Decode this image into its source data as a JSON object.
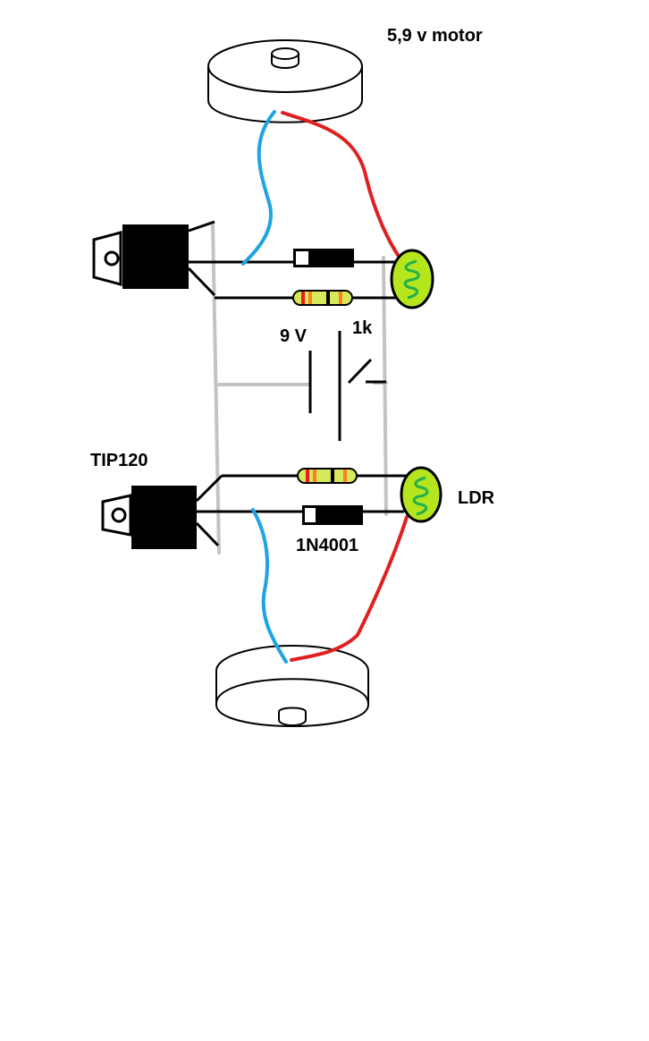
{
  "labels": {
    "motor": "5,9 v motor",
    "battery": "9 V",
    "resistor": "1k",
    "transistor": "TIP120",
    "ldr": "LDR",
    "diode": "1N4001"
  },
  "colors": {
    "wire_black": "#000000",
    "wire_gray": "#c3c3c3",
    "wire_blue": "#1fa3e3",
    "wire_red": "#e02020",
    "ldr_fill": "#b5e61d",
    "ldr_zigzag": "#22b14c",
    "resistor_body": "#d7e85a",
    "resistor_band_red": "#ed1c24",
    "resistor_band_orange": "#ff7f27"
  },
  "components": [
    {
      "type": "motor",
      "label_key": "motor"
    },
    {
      "type": "motor"
    },
    {
      "type": "transistor",
      "label_key": "transistor"
    },
    {
      "type": "transistor"
    },
    {
      "type": "diode"
    },
    {
      "type": "diode",
      "label_key": "diode"
    },
    {
      "type": "resistor",
      "label_key": "resistor"
    },
    {
      "type": "resistor"
    },
    {
      "type": "ldr"
    },
    {
      "type": "ldr",
      "label_key": "ldr"
    },
    {
      "type": "battery",
      "label_key": "battery"
    },
    {
      "type": "switch"
    }
  ]
}
